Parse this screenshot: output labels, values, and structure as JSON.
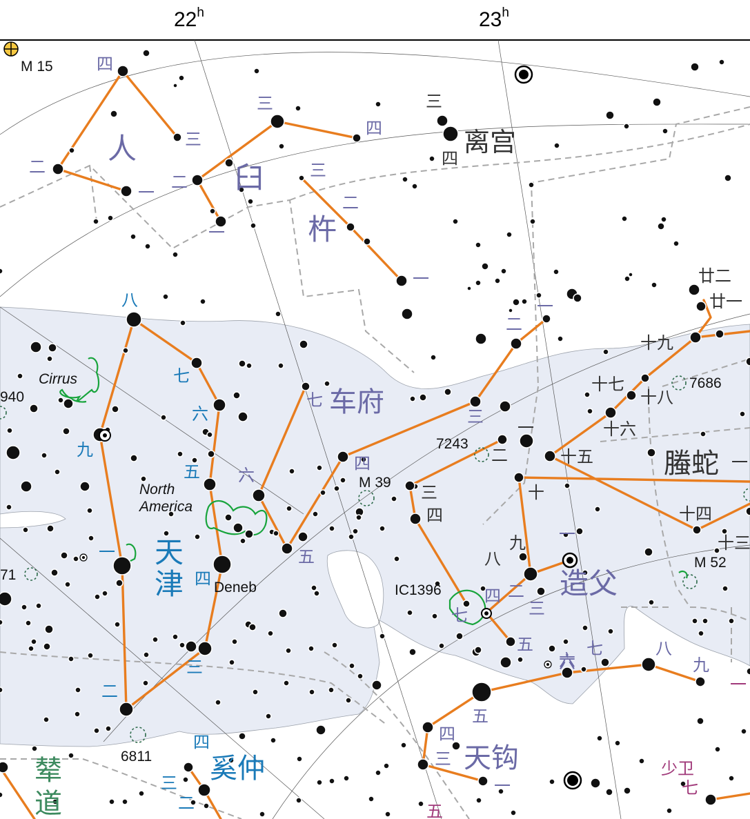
{
  "colors": {
    "milky_way": "#e8ecf5",
    "constellation_line": "#e87d1f",
    "boundary": "#a8a8a8",
    "grid": "#555555",
    "star": "#111111",
    "asterism_name": "#6b6aa6",
    "cygnus_name": "#1a7ab8",
    "green_name": "#3c8a5e",
    "magenta_name": "#a0397a",
    "nebula": "#18a43c",
    "cluster": "#2d6a4a"
  },
  "ra_labels": [
    {
      "text": "22",
      "sup": "h"
    },
    {
      "text": "23",
      "sup": "h"
    }
  ],
  "asterisms": {
    "ren": "人",
    "jiu": "臼",
    "chu": "杵",
    "ligong": "离宫",
    "chefu": "车府",
    "tengshe": "螣蛇",
    "tianjin_1": "天",
    "tianjin_2": "津",
    "zaofu": "造父",
    "xizhong": "奚仲",
    "tiangou": "天钩",
    "niandao_1": "辇",
    "niandao_2": "道",
    "shaowei": "少卫"
  },
  "star_numbers": {
    "ren": [
      "四",
      "三",
      "二",
      "一"
    ],
    "jiu": [
      "三",
      "四",
      "二",
      "一"
    ],
    "chu": [
      "三",
      "二",
      "一"
    ],
    "ligong": [
      "三",
      "四"
    ],
    "tianjin": [
      "八",
      "七",
      "六",
      "五",
      "四",
      "三",
      "二",
      "一",
      "九"
    ],
    "chefu": [
      "一",
      "二",
      "三",
      "四",
      "五",
      "六",
      "七"
    ],
    "zaofu": [
      "一",
      "二",
      "三",
      "四",
      "五",
      "六",
      "七",
      "八",
      "九",
      "十"
    ],
    "tengshe": [
      "十五",
      "十六",
      "十七",
      "十八",
      "十九",
      "廿一",
      "廿二",
      "十四",
      "十三"
    ],
    "tiangou": [
      "五",
      "四",
      "三",
      "一",
      "六",
      "七",
      "八",
      "九"
    ],
    "xizhong": [
      "四",
      "三",
      "二"
    ],
    "shaowei": [
      "七",
      "五"
    ],
    "rightedge": [
      "一"
    ]
  },
  "objects": {
    "m15": "M 15",
    "m39": "M 39",
    "m52": "M 52",
    "ngc7686": "7686",
    "ngc7243": "7243",
    "ic1396": "IC1396",
    "ngc6811": "6811",
    "deneb": "Deneb",
    "cirrus": "Cirrus",
    "north_america_1": "North",
    "north_america_2": "America",
    "left_6940": "940",
    "left_6871": "71"
  }
}
